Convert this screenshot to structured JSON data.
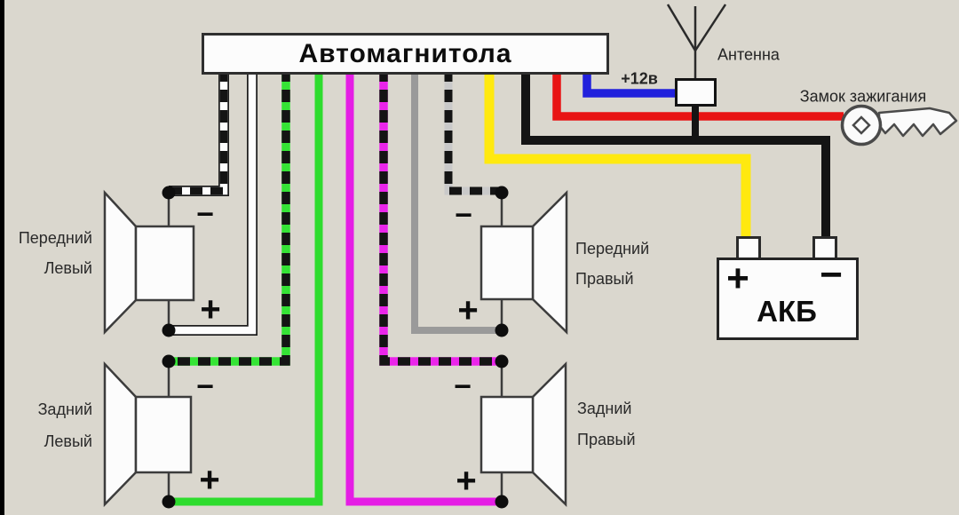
{
  "radio": {
    "title": "Автомагнитола"
  },
  "antenna": {
    "label": "Антенна"
  },
  "power": {
    "plus12": "+12в",
    "ignition": "Замок зажигания"
  },
  "battery": {
    "plus": "+",
    "minus": "−",
    "label": "АКБ"
  },
  "speakers": {
    "front_left": {
      "line1": "Передний",
      "line2": "Левый",
      "minus": "−",
      "plus": "+"
    },
    "front_right": {
      "line1": "Передний",
      "line2": "Правый",
      "minus": "−",
      "plus": "+"
    },
    "rear_left": {
      "line1": "Задний",
      "line2": "Левый",
      "minus": "−",
      "plus": "+"
    },
    "rear_right": {
      "line1": "Задний",
      "line2": "Правый",
      "minus": "−",
      "plus": "+"
    }
  },
  "wires": {
    "dash_black": "#141414",
    "outline_black": "#1e1e1e",
    "white": "#fdfdfd",
    "green": "#2edc2e",
    "green_bright": "#35e435",
    "magenta": "#e51de5",
    "magenta_bright": "#ea25ea",
    "gray": "#9a9a9a",
    "gray_light": "#c9c9c9",
    "yellow": "#ffe90f",
    "black": "#141414",
    "red": "#e81414",
    "blue": "#2121dc"
  }
}
